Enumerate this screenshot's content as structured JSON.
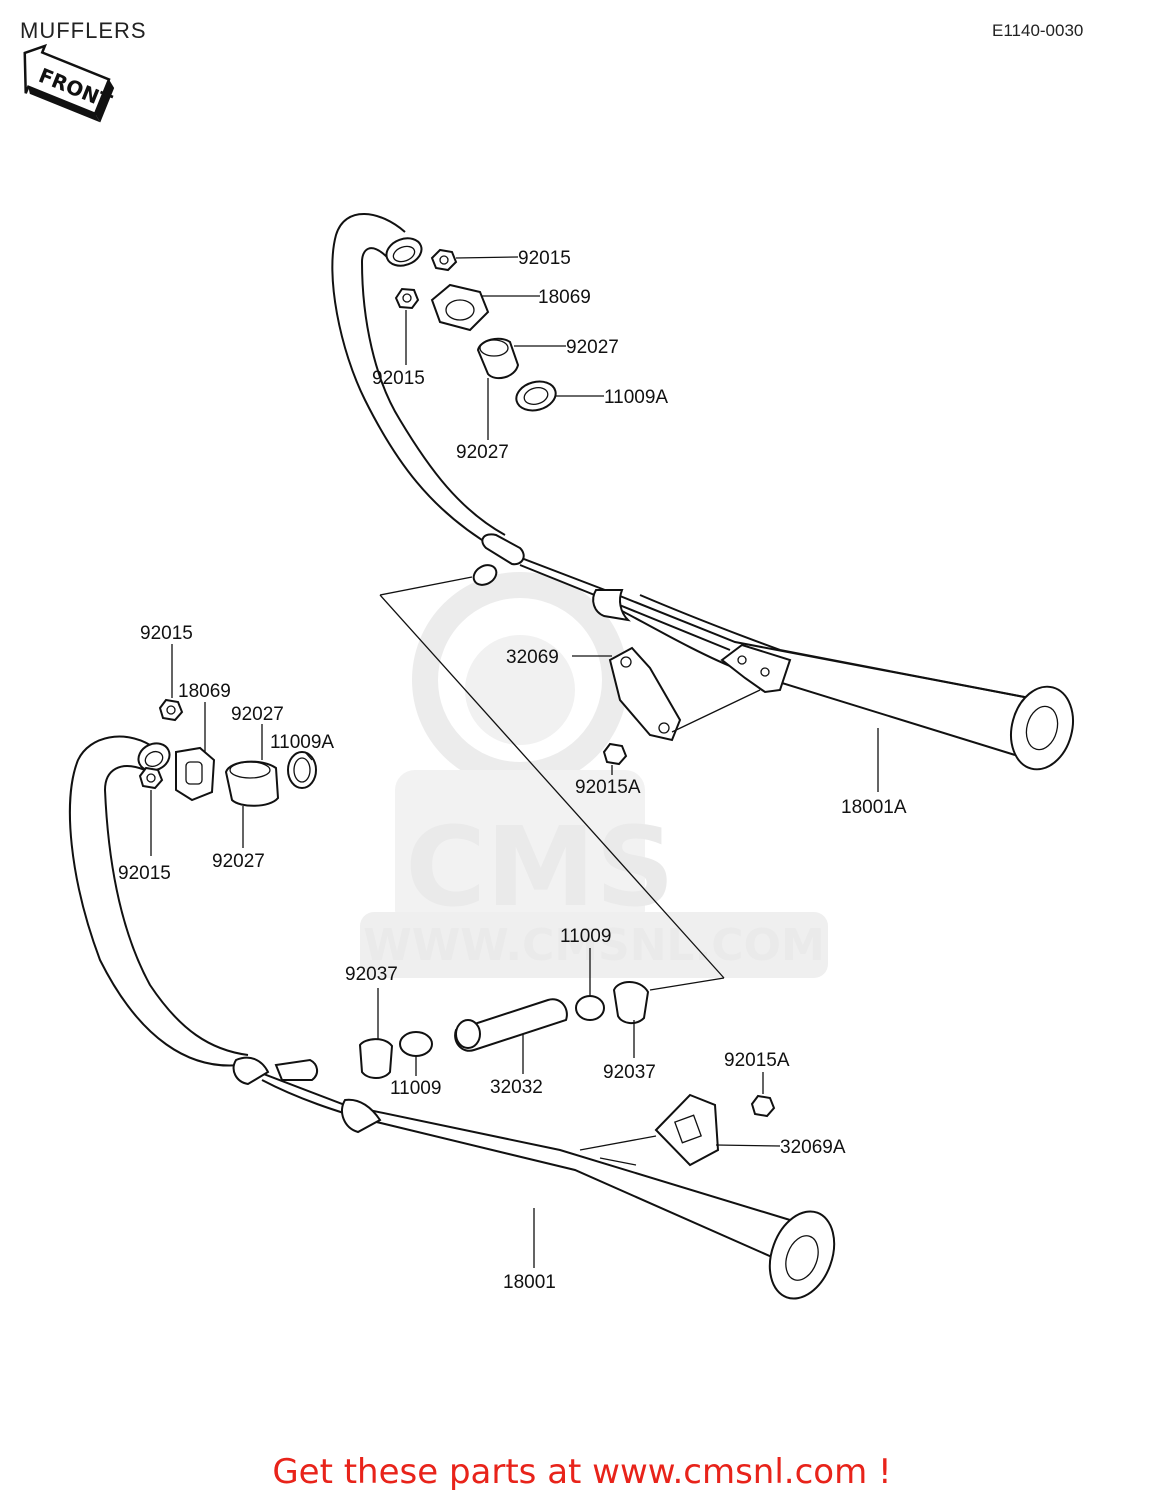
{
  "header": {
    "title": "MUFFLERS",
    "code": "E1140-0030",
    "front_badge": "FRONT"
  },
  "watermark": {
    "brand": "CMS",
    "url": "WWW.CMSNL.COM"
  },
  "labels": {
    "l_92015_a": "92015",
    "l_18069_a": "18069",
    "l_92015_b": "92015",
    "l_92027_a": "92027",
    "l_11009A_a": "11009A",
    "l_92027_b": "92027",
    "l_32069": "32069",
    "l_92015A_a": "92015A",
    "l_18001A": "18001A",
    "l_92015_c": "92015",
    "l_18069_b": "18069",
    "l_92027_c": "92027",
    "l_11009A_b": "11009A",
    "l_92015_d": "92015",
    "l_92027_d": "92027",
    "l_11009_a": "11009",
    "l_92037_a": "92037",
    "l_11009_b": "11009",
    "l_32032": "32032",
    "l_92037_b": "92037",
    "l_92015A_b": "92015A",
    "l_32069A": "32069A",
    "l_18001": "18001"
  },
  "footer": {
    "cta": "Get these parts at www.cmsnl.com !"
  }
}
